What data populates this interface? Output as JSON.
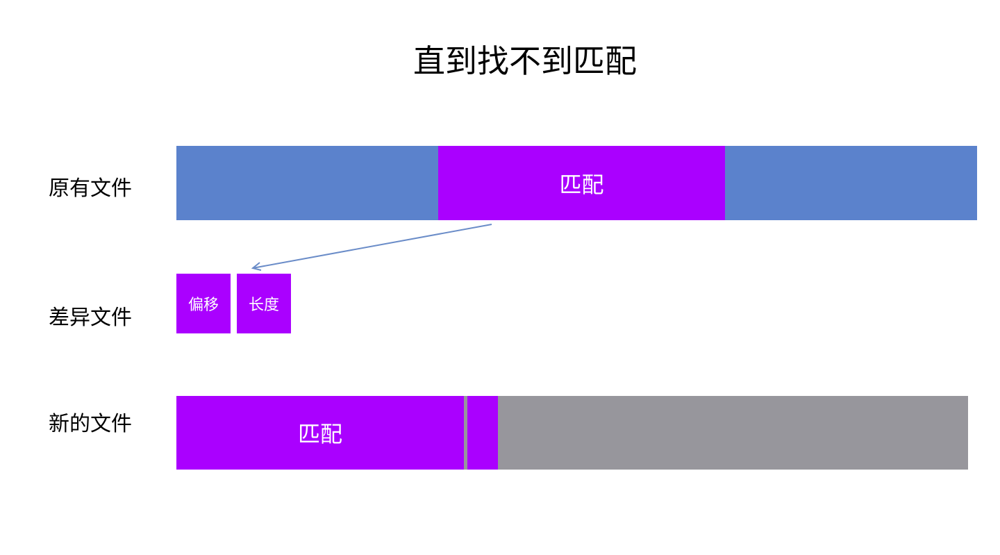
{
  "title": "直到找不到匹配",
  "colors": {
    "original_file_blue": "#5b82cc",
    "match_purple": "#aa00ff",
    "remaining_gray": "#97969c",
    "arrow": "#6a8cc8"
  },
  "rows": {
    "original": {
      "label": "原有文件",
      "match_label": "匹配"
    },
    "diff": {
      "label": "差异文件",
      "offset_label": "偏移",
      "length_label": "长度"
    },
    "new": {
      "label": "新的文件",
      "match_label": "匹配"
    }
  }
}
